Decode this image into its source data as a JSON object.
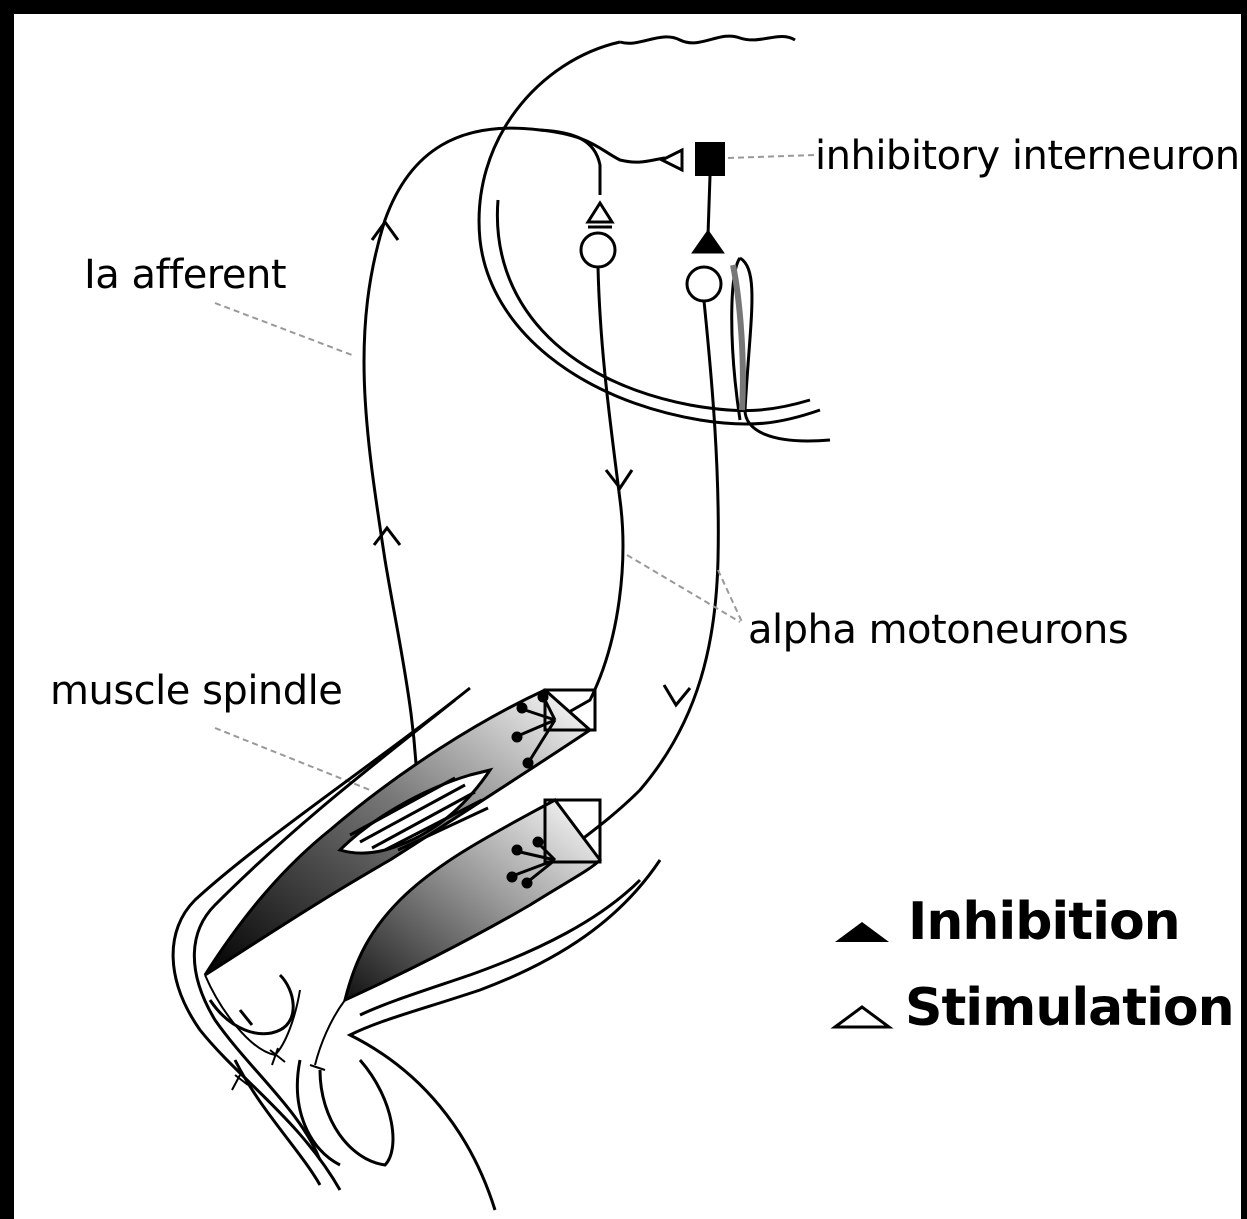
{
  "labels": {
    "ia_afferent": "Ia afferent",
    "inhibitory_interneuron": "inhibitory interneuron",
    "alpha_motoneurons": "alpha motoneurons",
    "muscle_spindle": "muscle spindle"
  },
  "legend": {
    "inhibition": "Inhibition",
    "stimulation": "Stimulation"
  }
}
